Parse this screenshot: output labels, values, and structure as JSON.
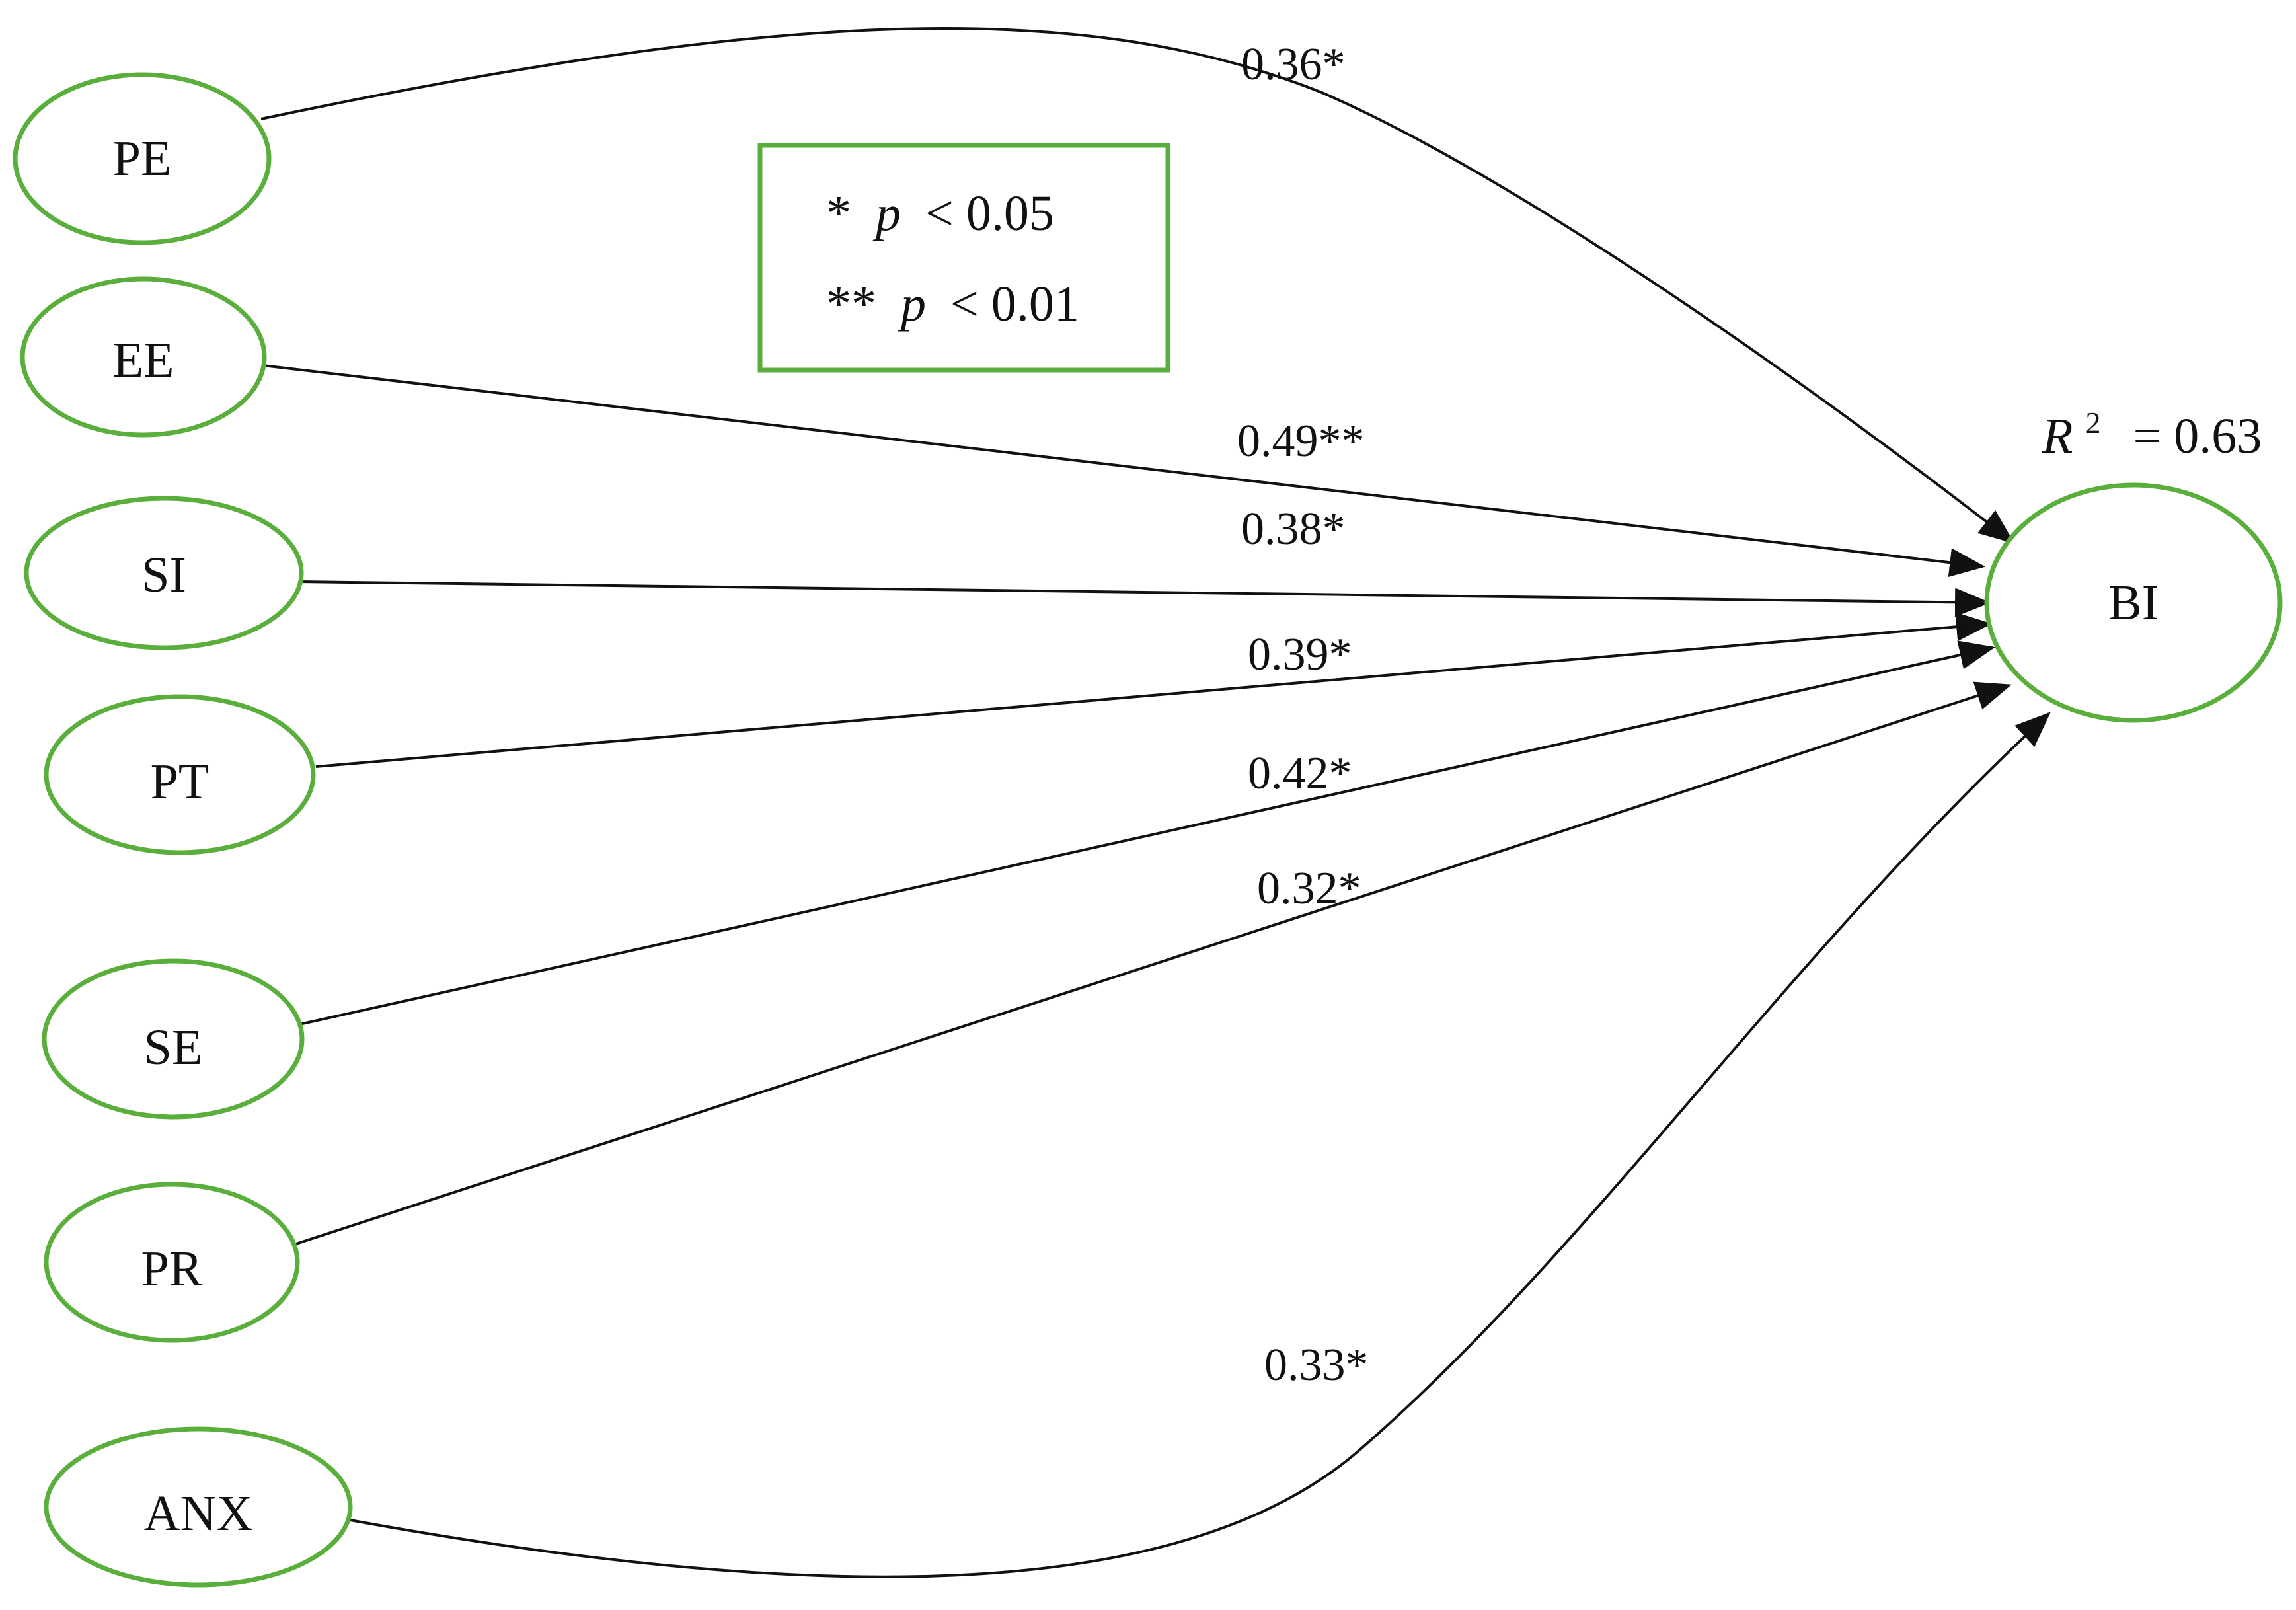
{
  "diagram": {
    "colors": {
      "node_stroke": "#5aae3c",
      "arrow": "#111111",
      "text": "#111111"
    },
    "nodes": {
      "pe": "PE",
      "ee": "EE",
      "si": "SI",
      "pt": "PT",
      "se": "SE",
      "pr": "PR",
      "anx": "ANX",
      "bi": "BI"
    },
    "paths": {
      "pe_bi": "0.36*",
      "ee_bi": "0.49**",
      "si_bi": "0.38*",
      "pt_bi": "0.39*",
      "se_bi": "0.42*",
      "pr_bi": "0.32*",
      "anx_bi": "0.33*"
    },
    "legend": {
      "row1_stars": "*",
      "row1_p": "p",
      "row1_rest": "< 0.05",
      "row2_stars": "**",
      "row2_p": "p",
      "row2_rest": "< 0.01"
    },
    "r_squared": {
      "symbol": "R",
      "exponent": "2",
      "rest": "= 0.63"
    }
  }
}
